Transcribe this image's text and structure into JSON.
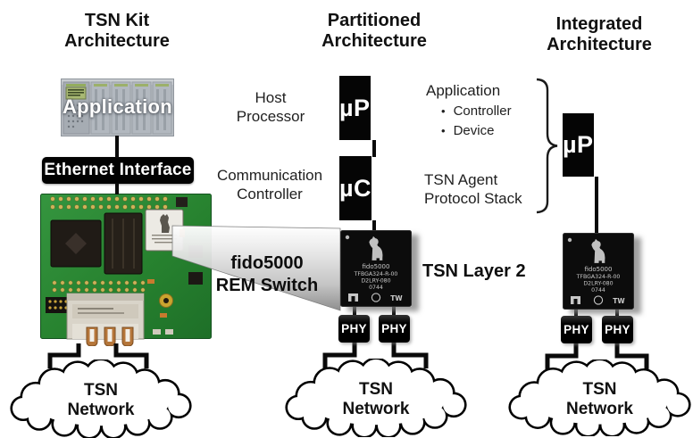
{
  "titles": {
    "tsn_kit": "TSN Kit\nArchitecture",
    "partitioned": "Partitioned\nArchitecture",
    "integrated": "Integrated\nArchitecture"
  },
  "tsn_kit": {
    "application_overlay": "Application",
    "ethernet_interface": "Ethernet Interface"
  },
  "partitioned": {
    "host_processor": "Host\nProcessor",
    "communication_controller": "Communication\nController",
    "microprocessor": "µP",
    "microcontroller": "µC",
    "application_note_title": "Application",
    "bullet_char": "•",
    "application_bullets": [
      "Controller",
      "Device"
    ],
    "tsn_agent_note": "TSN Agent\nProtocol  Stack",
    "fido_callout": "fido5000\nREM Switch",
    "tsn_layer2": "TSN Layer 2"
  },
  "integrated": {
    "microprocessor": "µP"
  },
  "chip": {
    "brand": "fido5000",
    "part_number": "TFBGA324-R-00",
    "lot_code": "D2LRY-080",
    "date_code": "0744",
    "tw_mark": "TW"
  },
  "phy_label": "PHY",
  "cloud_label": "TSN\nNetwork",
  "colors": {
    "box_black": "#050505",
    "pcb_green": "#2e8b3a",
    "cone_light": "#f5f5f5",
    "cone_dark": "#8a8a8a",
    "cloud_fill": "#ffffff",
    "cloud_outline": "#000000"
  }
}
